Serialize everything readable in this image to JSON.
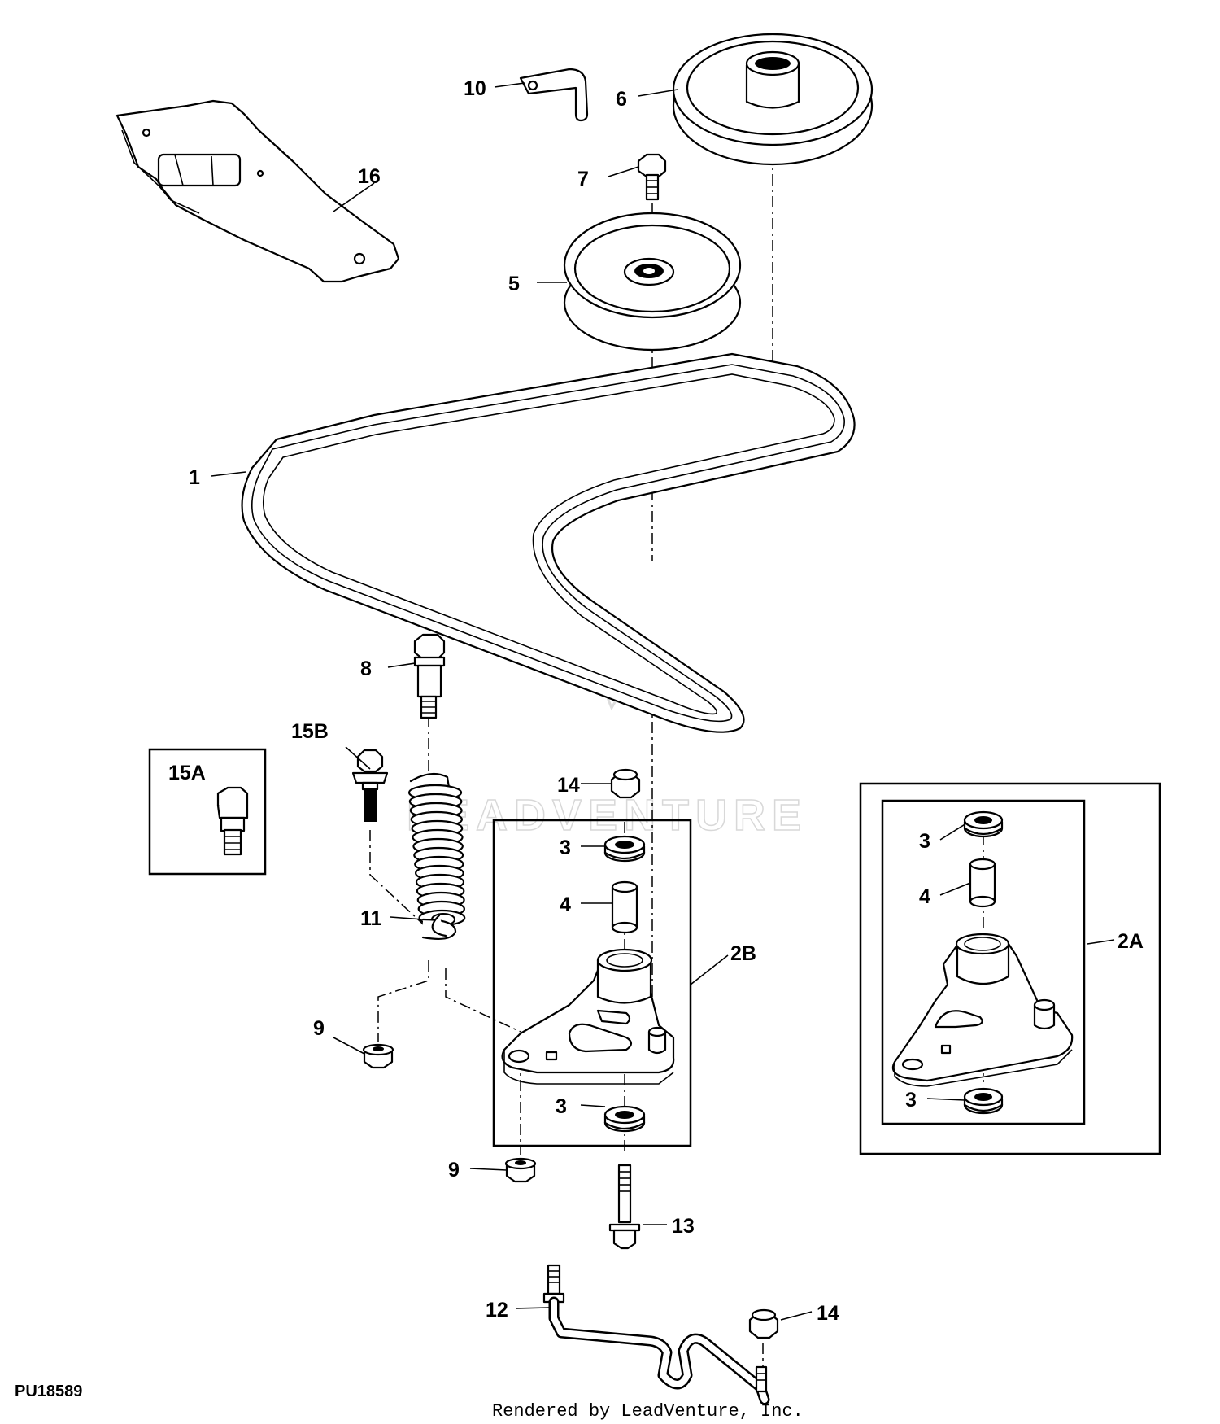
{
  "callouts": {
    "c1": "1",
    "c2a": "2A",
    "c2b": "2B",
    "c3": "3",
    "c4": "4",
    "c5": "5",
    "c6": "6",
    "c7": "7",
    "c8": "8",
    "c9": "9",
    "c10": "10",
    "c11": "11",
    "c12": "12",
    "c13": "13",
    "c14": "14",
    "c15a": "15A",
    "c15b": "15B",
    "c16": "16"
  },
  "footer": {
    "figure_id": "PU18589",
    "credit": "Rendered by LeadVenture, Inc."
  },
  "watermark": "LEADVENTURE"
}
